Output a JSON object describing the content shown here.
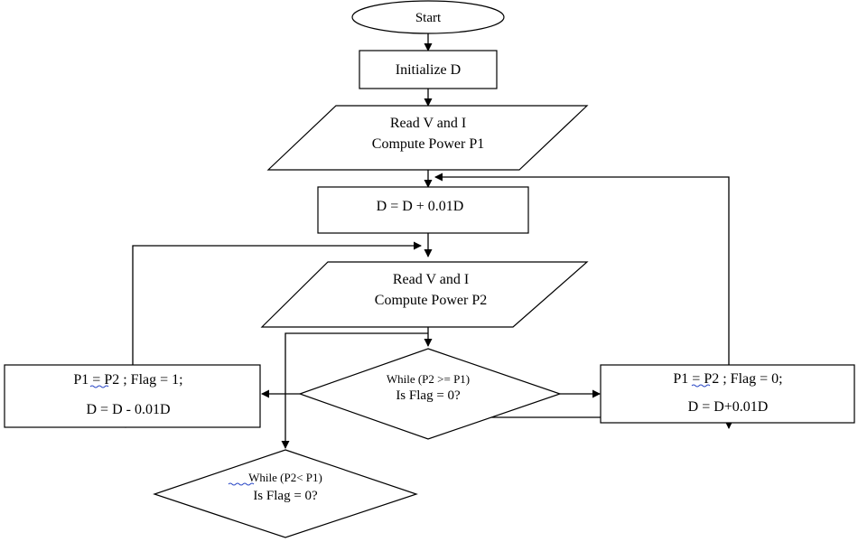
{
  "flowchart": {
    "start": "Start",
    "init": "Initialize D",
    "read1": {
      "line1": "Read V and I",
      "line2": "Compute Power P1"
    },
    "increment": "D = D + 0.01D",
    "read2": {
      "line1": "Read V and I",
      "line2": "Compute Power P2"
    },
    "decision1": {
      "line1": "While (P2 >= P1)",
      "line2": "Is Flag = 0?"
    },
    "decision2": {
      "line1": "While  (P2< P1)",
      "line2": "Is Flag = 0?"
    },
    "left_box": {
      "line1": {
        "a": "P1 = ",
        "b": "P2",
        "c": " ; Flag = 1;"
      },
      "line2": "D = D - 0.01D"
    },
    "right_box": {
      "line1": {
        "a": "P1 = ",
        "b": "P2",
        "c": " ; Flag = 0;"
      },
      "line2": "D = D+0.01D"
    }
  }
}
